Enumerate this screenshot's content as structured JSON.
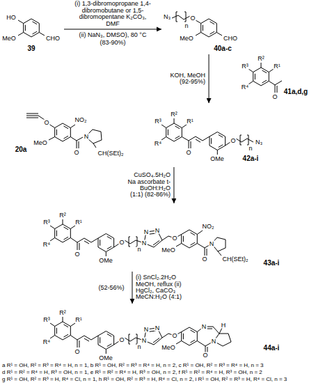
{
  "diagram": {
    "nodes": [
      {
        "text": [
          "39"
        ]
      },
      {
        "text": [
          "40a-c"
        ]
      },
      {
        "text": [
          "41a,d,g"
        ]
      },
      {
        "text": [
          "20a"
        ]
      },
      {
        "text": [
          "42a-i"
        ]
      },
      {
        "text": [
          "43a-i"
        ]
      },
      {
        "text": [
          "44a-i"
        ]
      }
    ],
    "edges": [
      {
        "from": 0,
        "to": 1,
        "arrow": "to",
        "label": "(i) 1,3-dibromopropane 1,4-dibromobutane or 1,5-dibromopentane K₂CO₃, DMF"
      },
      {
        "from": 1,
        "to": 4,
        "arrow": "to",
        "label": "KOH, MeOH (92-95%)"
      },
      {
        "from": 4,
        "to": 5,
        "arrow": "to",
        "label": "CuSO₄.5H₂O Na ascorbate t-BuOH:H₂O (1:1) (82-86%)"
      },
      {
        "from": 5,
        "to": 6,
        "arrow": "to",
        "label": "(i) SnCl₂.2H₂O MeOH, reflux (ii) HgCl₂, CaCO₃ MeCN:H₂O (4:1)"
      }
    ],
    "labels": [
      "HO",
      "MeO",
      "CHO",
      "(ii) NaN₃, DMSO), 80 °C",
      "(83-90%)",
      "N₃",
      "n",
      "O",
      "MeO",
      "CHO",
      "R²",
      "R¹",
      "R³",
      "R⁴",
      "O",
      "O",
      "MeO",
      "NO₂",
      "O",
      "N",
      "CH(SEt)₂",
      "R²",
      "R¹",
      "R³",
      "R⁴",
      "O",
      "OMe",
      "O",
      "n",
      "N₃",
      "R²",
      "R¹",
      "R³",
      "R⁴",
      "O",
      "OMe",
      "O",
      "n",
      "N",
      "N",
      "N",
      "O",
      "MeO",
      "NO₂",
      "O",
      "N",
      "CH(SEt)₂",
      "(52-56%)",
      "R²",
      "R¹",
      "R³",
      "R⁴",
      "O",
      "OMe",
      "O",
      "n",
      "N",
      "N",
      "N",
      "O",
      "MeO",
      "N",
      "N",
      "O",
      "H",
      "a R¹ = OH, R² = R³ = R⁴ = H, n = 1, b R¹ = OH, R² = R³ = R⁴ = H, n = 2, c R¹ = OH, R² = R³ = R⁴ = H, n = 3",
      "d R¹ = R² = R⁴ = H, R³ = OH, n = 1, e R¹ = R² = R⁴ = H, R³ = OH, n = 2, f R¹ = R² = R⁴ = H, R³ = OH, n = 2",
      "g R¹ = OH, R² = R³ = H, R⁴ = Cl, n = 1, h R¹ = OH, R² = R³ = H, R⁴ = Cl, n = 2, i R¹ = OH, R² = R³ = H, R⁴ = Cl, n = 3"
    ]
  }
}
